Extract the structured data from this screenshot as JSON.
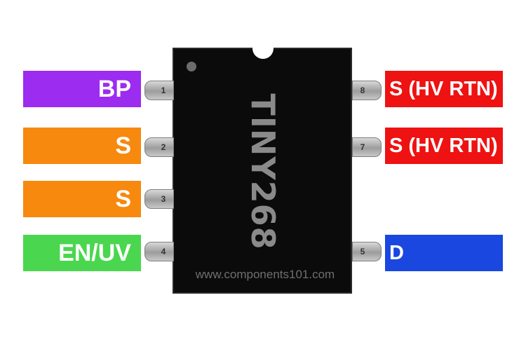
{
  "chip": {
    "part_number": "TINY268",
    "website": "www.components101.com"
  },
  "colors": {
    "body": "#0b0b0b",
    "bp": "#9b2cf0",
    "source": "#f7890e",
    "enable": "#4bd64f",
    "hv_rtn": "#ee1212",
    "drain": "#1a47e0"
  },
  "pins": {
    "p1": {
      "number": "1",
      "label": "BP",
      "color": "#9b2cf0"
    },
    "p2": {
      "number": "2",
      "label": "S",
      "color": "#f7890e"
    },
    "p3": {
      "number": "3",
      "label": "S",
      "color": "#f7890e"
    },
    "p4": {
      "number": "4",
      "label": "EN/UV",
      "color": "#4bd64f"
    },
    "p5": {
      "number": "5",
      "label": "D",
      "color": "#1a47e0"
    },
    "p7": {
      "number": "7",
      "label": "S (HV RTN)",
      "color": "#ee1212"
    },
    "p8": {
      "number": "8",
      "label": "S (HV RTN)",
      "color": "#ee1212"
    }
  }
}
